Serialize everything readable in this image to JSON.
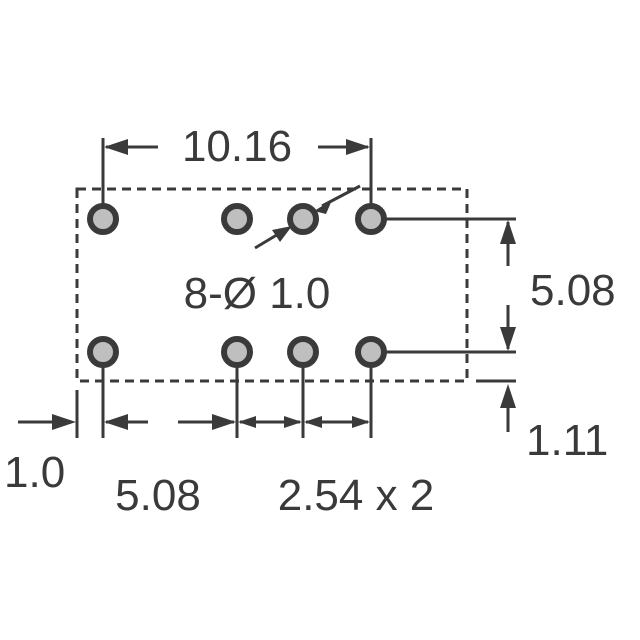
{
  "colors": {
    "ink": "#3a3a3a",
    "pin_fill": "#bfbfbf",
    "background": "#ffffff"
  },
  "labels": {
    "top_span": "10.16",
    "hole_spec": "8-Ø 1.0",
    "right_span": "5.08",
    "right_offset": "1.11",
    "left_offset": "1.0",
    "bottom_span": "5.08",
    "bottom_pitch": "2.54 x 2"
  },
  "pins": {
    "count": 8
  }
}
